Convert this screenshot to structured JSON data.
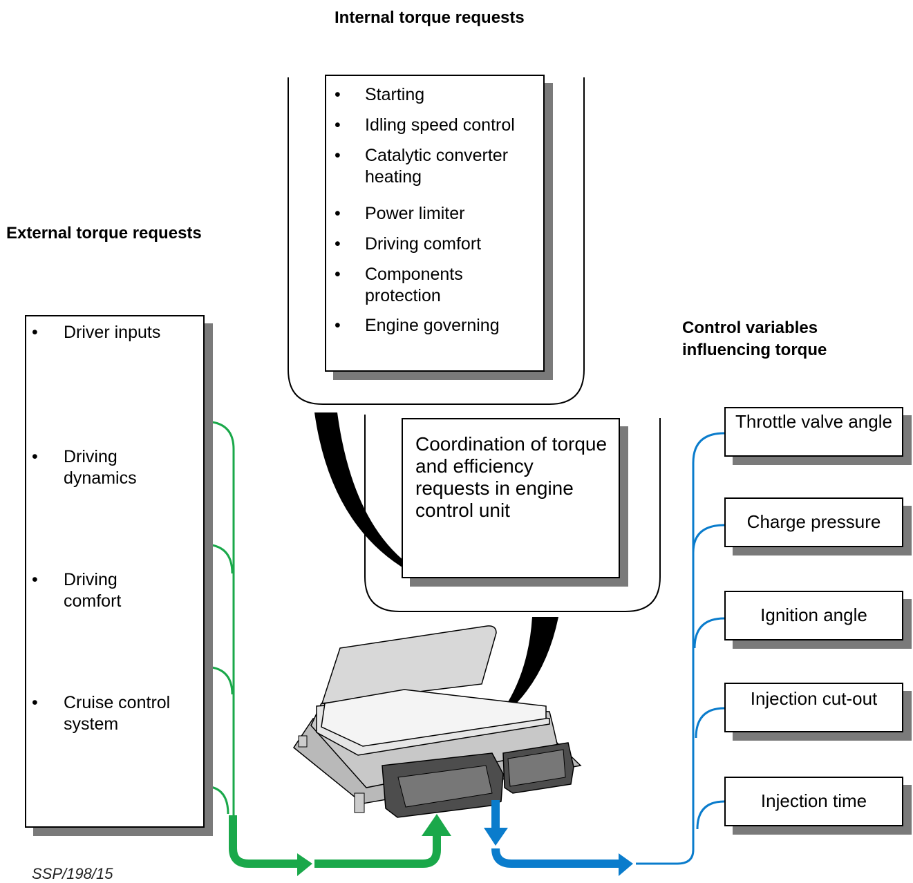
{
  "headings": {
    "internal": "Internal torque requests",
    "external": "External torque requests",
    "control": "Control variables influencing torque"
  },
  "internal_requests": [
    "Starting",
    "Idling speed control",
    "Catalytic converter heating",
    "Power limiter",
    "Driving comfort",
    "Components protection",
    "Engine governing"
  ],
  "external_requests": [
    "Driver inputs",
    "Driving dynamics",
    "Driving comfort",
    "Cruise control system"
  ],
  "bullet_symbol": "•",
  "coordination_text": "Coordination of torque and efficiency requests in engine control unit",
  "control_variables": [
    "Throttle valve angle",
    "Charge pressure",
    "Ignition angle",
    "Injection cut-out",
    "Injection time"
  ],
  "caption": "SSP/198/15",
  "colors": {
    "green": "#1aa84a",
    "blue": "#0a7ccc",
    "shadow": "#7a7a7a"
  }
}
